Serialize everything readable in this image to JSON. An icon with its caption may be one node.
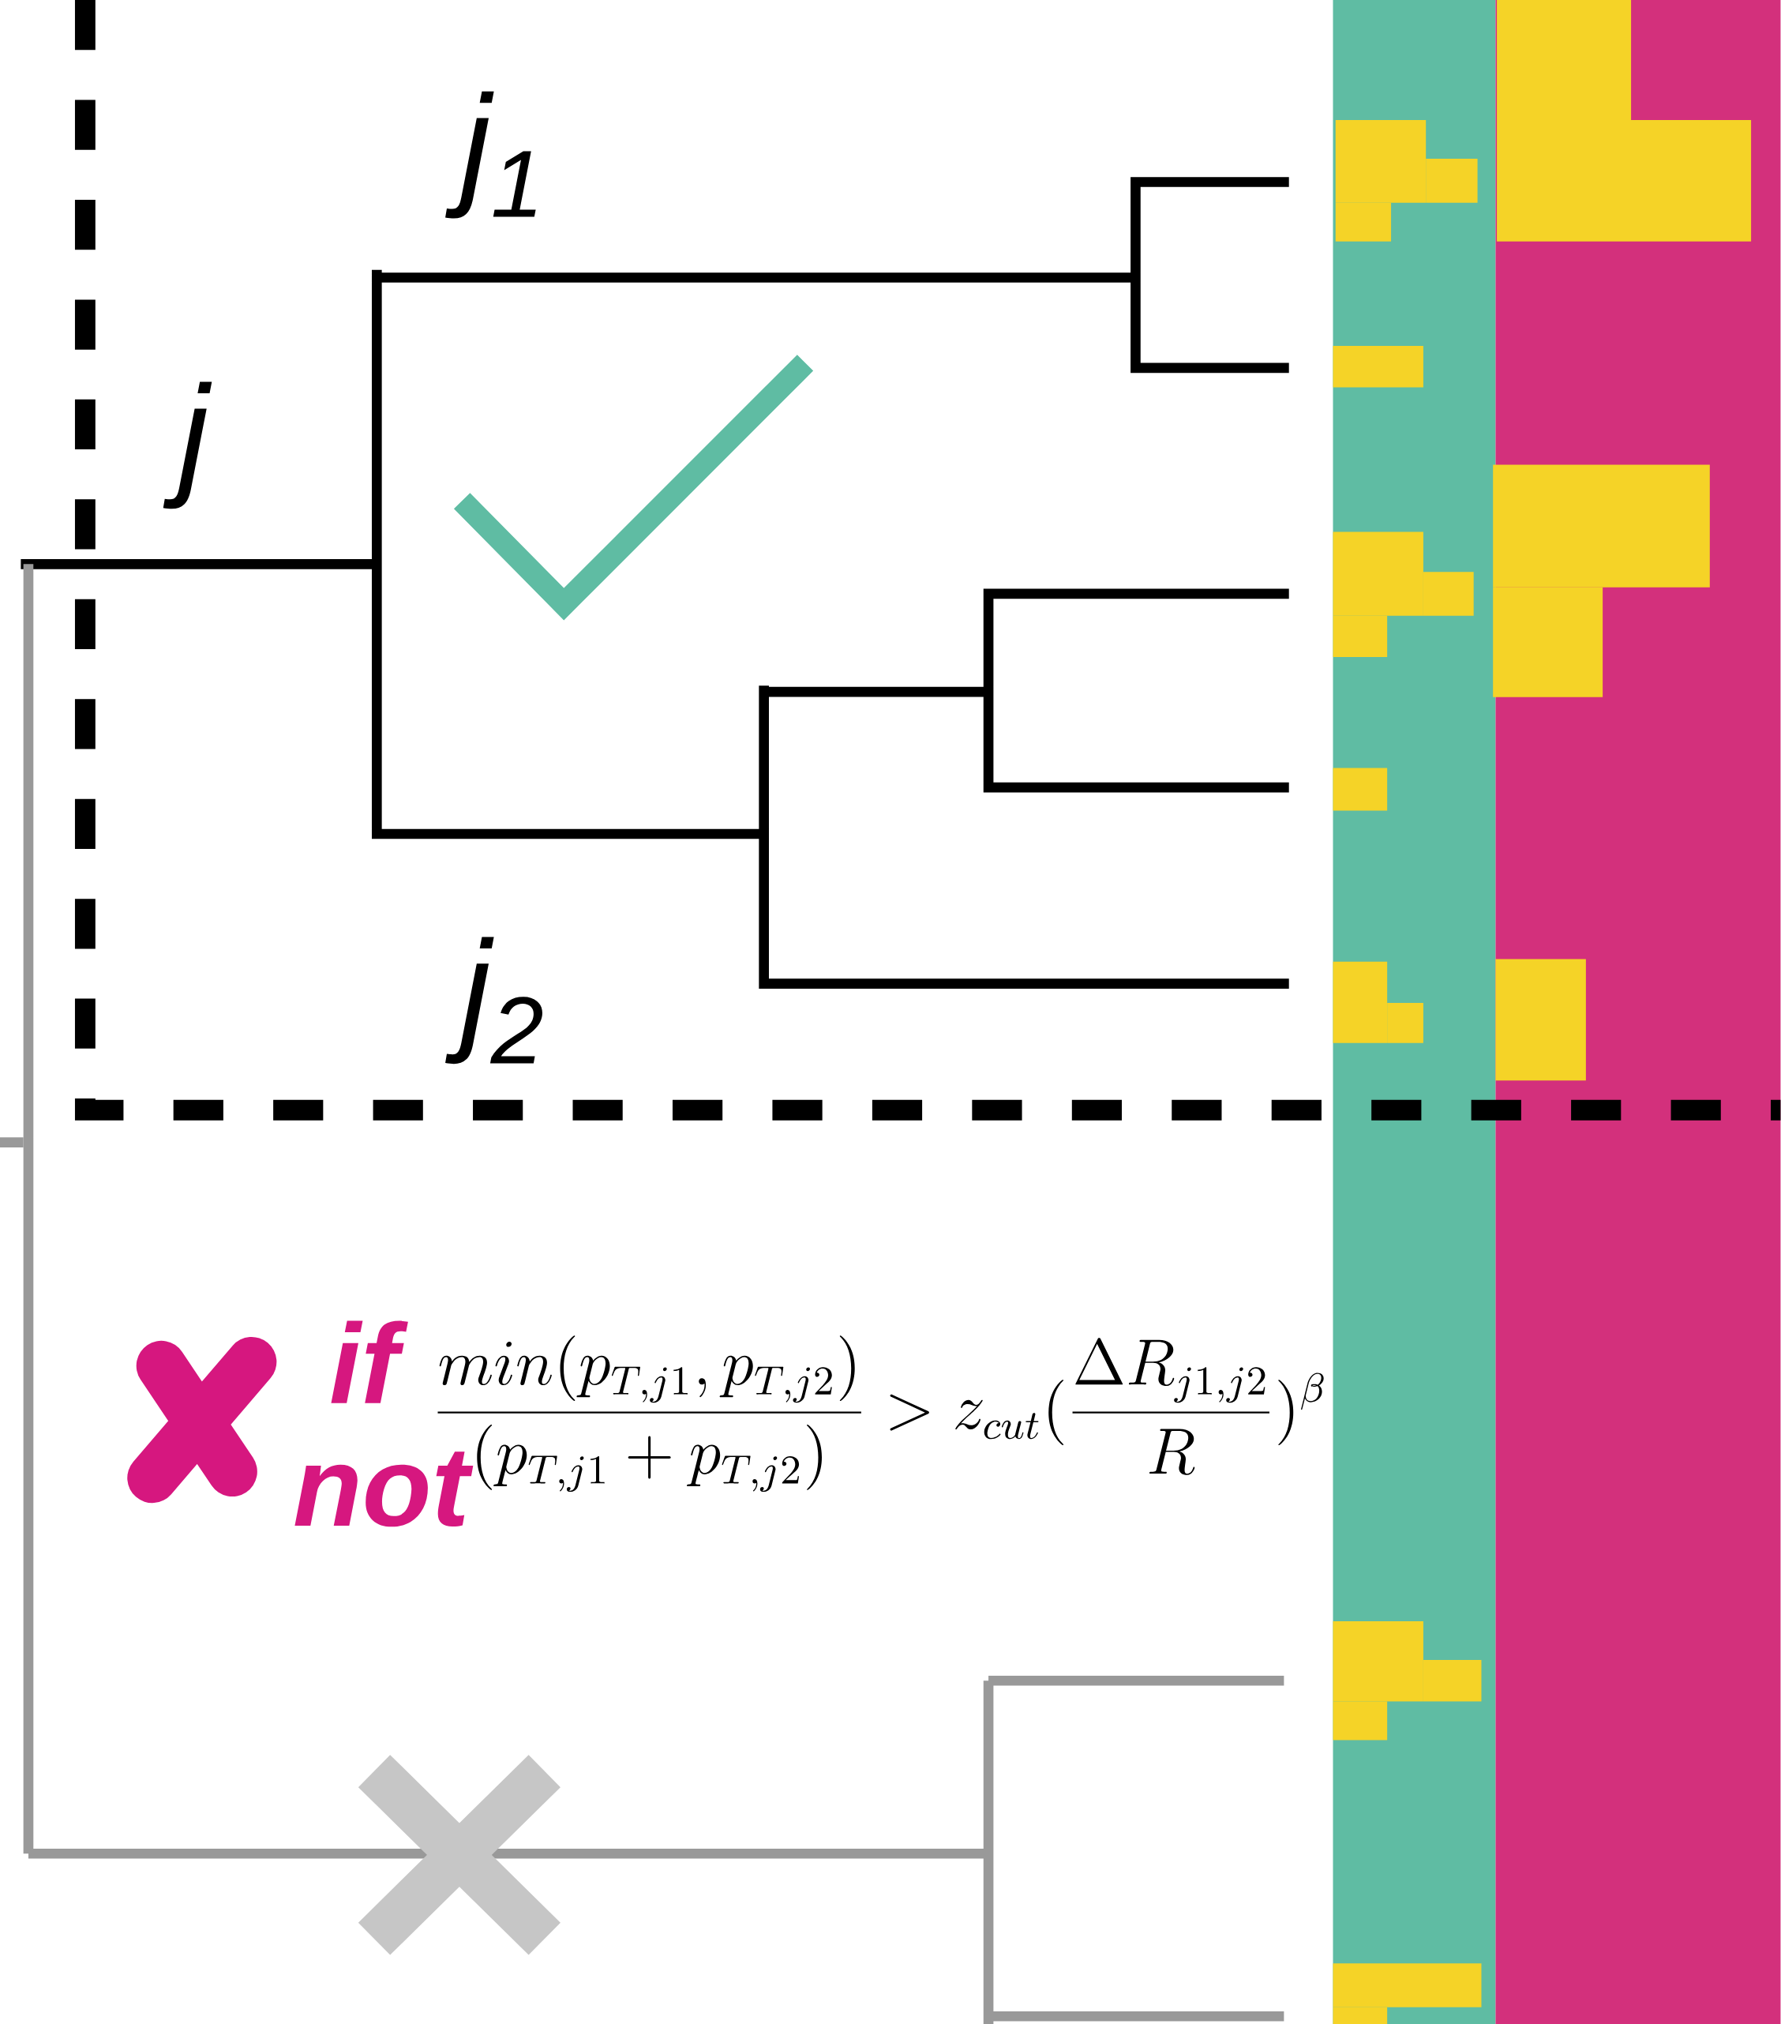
{
  "diagram": {
    "labels": [
      "j$_{1}$",
      "j",
      "j$_{2}$",
      "if not",
      "\\frac{min(p_{T,j1}, p_{T,j2})}{(p_{T,j1} + p_{T,j2})} > z_{cut}(\\frac{\\Delta R_{j1,j2}}{R})^{\\beta}"
    ]
  }
}
